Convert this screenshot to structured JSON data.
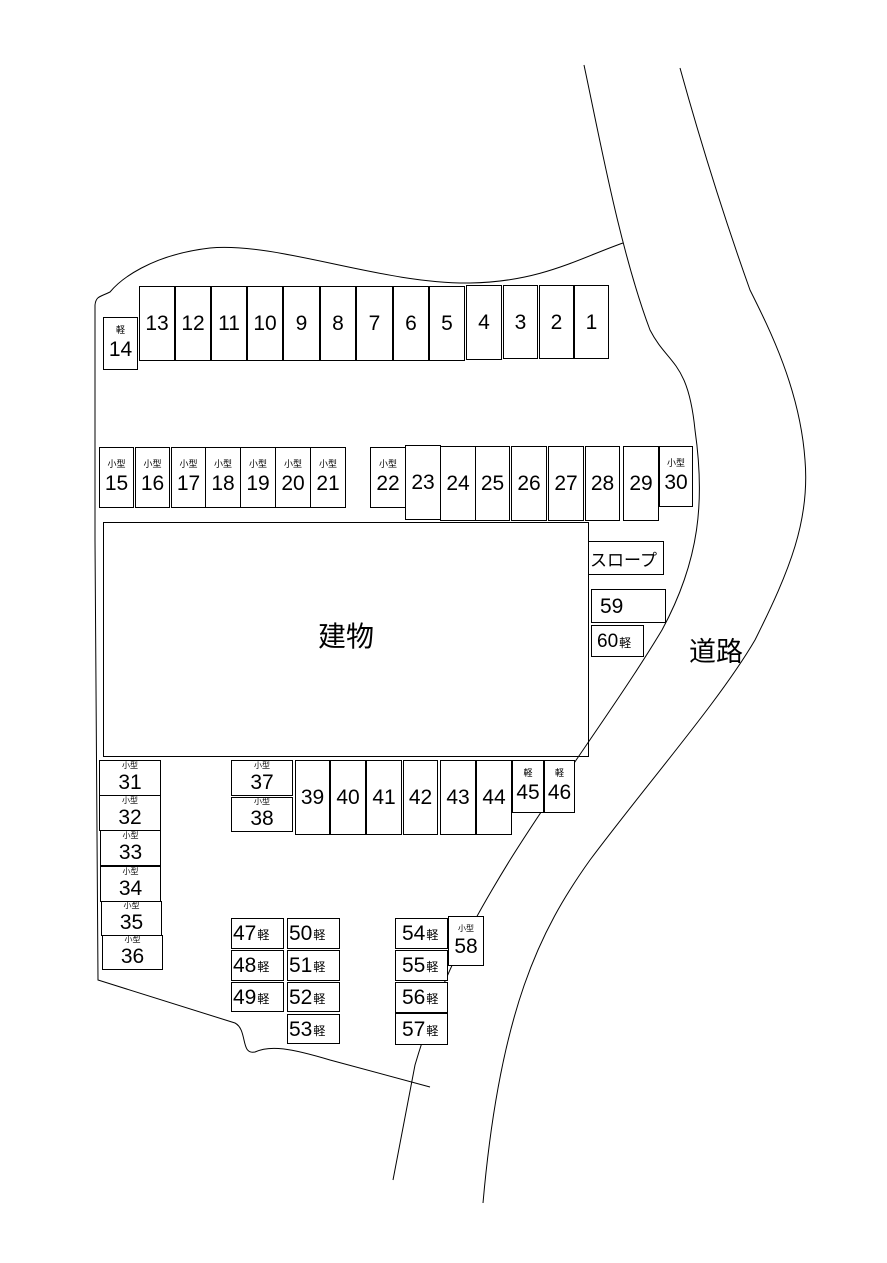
{
  "labels": {
    "building": "建物",
    "road": "道路",
    "slope": "スロープ"
  },
  "legend": {
    "kei": "軽",
    "kogata": "小型"
  },
  "slots": {
    "s1": {
      "num": "1"
    },
    "s2": {
      "num": "2"
    },
    "s3": {
      "num": "3"
    },
    "s4": {
      "num": "4"
    },
    "s5": {
      "num": "5"
    },
    "s6": {
      "num": "6"
    },
    "s7": {
      "num": "7"
    },
    "s8": {
      "num": "8"
    },
    "s9": {
      "num": "9"
    },
    "s10": {
      "num": "10"
    },
    "s11": {
      "num": "11"
    },
    "s12": {
      "num": "12"
    },
    "s13": {
      "num": "13"
    },
    "s14": {
      "num": "14",
      "tag": "軽"
    },
    "s15": {
      "num": "15",
      "tag": "小型"
    },
    "s16": {
      "num": "16",
      "tag": "小型"
    },
    "s17": {
      "num": "17",
      "tag": "小型"
    },
    "s18": {
      "num": "18",
      "tag": "小型"
    },
    "s19": {
      "num": "19",
      "tag": "小型"
    },
    "s20": {
      "num": "20",
      "tag": "小型"
    },
    "s21": {
      "num": "21",
      "tag": "小型"
    },
    "s22": {
      "num": "22",
      "tag": "小型"
    },
    "s23": {
      "num": "23"
    },
    "s24": {
      "num": "24"
    },
    "s25": {
      "num": "25"
    },
    "s26": {
      "num": "26"
    },
    "s27": {
      "num": "27"
    },
    "s28": {
      "num": "28"
    },
    "s29": {
      "num": "29"
    },
    "s30": {
      "num": "30",
      "tag": "小型"
    },
    "s31": {
      "num": "31",
      "tag": "小型"
    },
    "s32": {
      "num": "32",
      "tag": "小型"
    },
    "s33": {
      "num": "33",
      "tag": "小型"
    },
    "s34": {
      "num": "34",
      "tag": "小型"
    },
    "s35": {
      "num": "35",
      "tag": "小型"
    },
    "s36": {
      "num": "36",
      "tag": "小型"
    },
    "s37": {
      "num": "37",
      "tag": "小型"
    },
    "s38": {
      "num": "38",
      "tag": "小型"
    },
    "s39": {
      "num": "39"
    },
    "s40": {
      "num": "40"
    },
    "s41": {
      "num": "41"
    },
    "s42": {
      "num": "42"
    },
    "s43": {
      "num": "43"
    },
    "s44": {
      "num": "44"
    },
    "s45": {
      "num": "45",
      "tag": "軽"
    },
    "s46": {
      "num": "46",
      "tag": "軽"
    },
    "s47": {
      "num": "47",
      "suffix": "軽"
    },
    "s48": {
      "num": "48",
      "suffix": "軽"
    },
    "s49": {
      "num": "49",
      "suffix": "軽"
    },
    "s50": {
      "num": "50",
      "suffix": "軽"
    },
    "s51": {
      "num": "51",
      "suffix": "軽"
    },
    "s52": {
      "num": "52",
      "suffix": "軽"
    },
    "s53": {
      "num": "53",
      "suffix": "軽"
    },
    "s54": {
      "num": "54",
      "suffix": "軽"
    },
    "s55": {
      "num": "55",
      "suffix": "軽"
    },
    "s56": {
      "num": "56",
      "suffix": "軽"
    },
    "s57": {
      "num": "57",
      "suffix": "軽"
    },
    "s58": {
      "num": "58",
      "tag": "小型"
    },
    "s59": {
      "num": "59"
    },
    "s60": {
      "num": "60",
      "suffix": "軽"
    }
  }
}
